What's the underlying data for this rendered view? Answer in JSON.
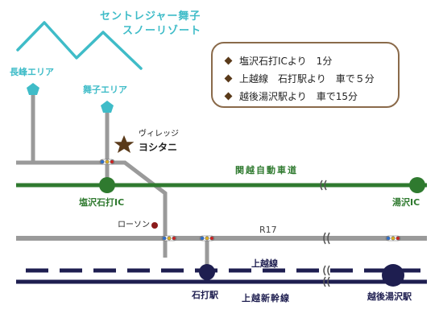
{
  "resort": {
    "line1": "セントレジャー舞子",
    "line2": "スノーリゾート"
  },
  "areas": [
    {
      "label": "長峰エリア"
    },
    {
      "label": "舞子エリア"
    }
  ],
  "village": {
    "label_top": "ヴィレッジ",
    "label_main": "ヨシタニ"
  },
  "info": {
    "items": [
      {
        "text": "塩沢石打ICより　1分"
      },
      {
        "text": "上越線　石打駅より　車で５分"
      },
      {
        "text": "越後湯沢駅より　車で15分"
      }
    ]
  },
  "highway": {
    "label": "関越自動車道",
    "interchanges": [
      "塩沢石打IC",
      "湯沢IC"
    ]
  },
  "road": {
    "label": "R17"
  },
  "lawson": {
    "label": "ローソン"
  },
  "railway": {
    "joetsu_line": "上越線",
    "shinkansen": "上越新幹線",
    "stations": [
      "石打駅",
      "越後湯沢駅"
    ]
  },
  "colors": {
    "highway": "#2f7a2f",
    "road": "#9a9a9a",
    "railway": "#1e1e50",
    "area_marker": "#3fbcc8",
    "star": "#5a3a1a",
    "box_border": "#8a6a4a"
  }
}
